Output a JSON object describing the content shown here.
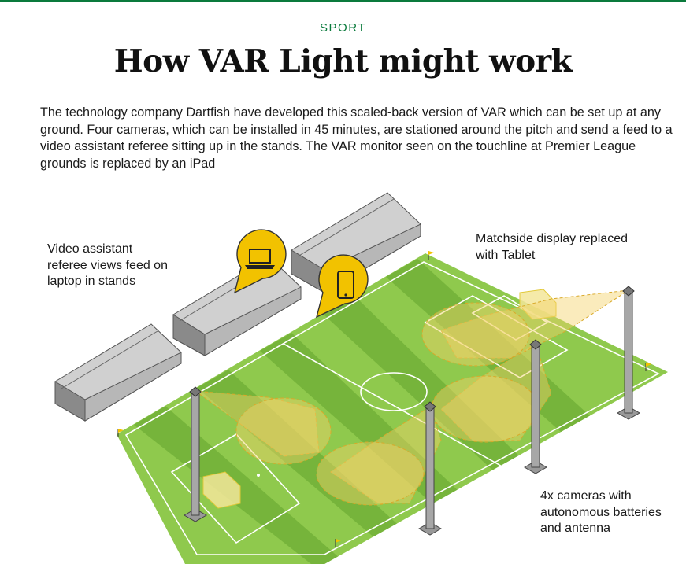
{
  "header": {
    "kicker": "SPORT",
    "title": "How VAR Light might work"
  },
  "intro": "The technology company Dartfish have developed this scaled-back version of VAR which can be set up at any ground. Four cameras, which can be installed in 45 minutes, are stationed around the pitch and send a feed to a video assistant referee sitting up in the stands. The VAR monitor seen on the touchline at Premier League grounds is replaced by an iPad",
  "callouts": {
    "var_laptop": "Video assistant referee views feed on laptop in stands",
    "tablet": "Matchside display replaced with Tablet",
    "cameras": "4x cameras with autonomous batteries and antenna"
  },
  "icons": {
    "laptop": "laptop-icon",
    "tablet": "tablet-icon"
  },
  "colors": {
    "brand_green": "#0a7a3c",
    "pitch_light": "#8fc94d",
    "pitch_dark": "#76b43b",
    "stand_grey": "#a9a9a9",
    "marker_yellow": "#f2c200",
    "camera_field": "#f3d36a"
  }
}
